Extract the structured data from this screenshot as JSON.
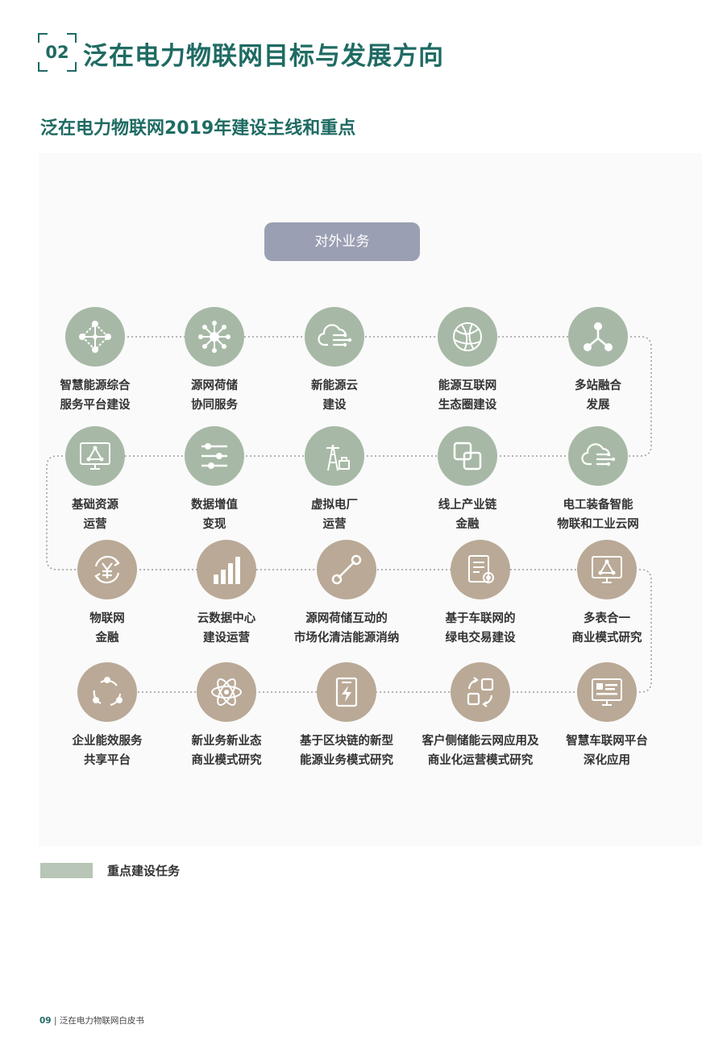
{
  "header": {
    "section_number": "02",
    "section_title": "泛在电力物联网目标与发展方向",
    "subtitle": "泛在电力物联网2019年建设主线和重点"
  },
  "top_box": {
    "label": "对外业务"
  },
  "colors": {
    "primary": "#1f6b63",
    "key_task": "#a7b9a6",
    "other_task": "#b9a996",
    "top_box": "#9b9fb3"
  },
  "nodes": [
    {
      "label1": "智慧能源综合",
      "label2": "服务平台建设",
      "icon": "network-nodes-icon",
      "style": "key"
    },
    {
      "label1": "源网荷储",
      "label2": "协同服务",
      "icon": "hub-icon",
      "style": "key"
    },
    {
      "label1": "新能源云",
      "label2": "建设",
      "icon": "cloud-circuit-icon",
      "style": "key"
    },
    {
      "label1": "能源互联网",
      "label2": "生态圈建设",
      "icon": "globe-icon",
      "style": "key"
    },
    {
      "label1": "多站融合",
      "label2": "发展",
      "icon": "branch-icon",
      "style": "key"
    },
    {
      "label1": "基础资源",
      "label2": "运营",
      "icon": "monitor-triangle-icon",
      "style": "key"
    },
    {
      "label1": "数据增值",
      "label2": "变现",
      "icon": "sliders-icon",
      "style": "key"
    },
    {
      "label1": "虚拟电厂",
      "label2": "运营",
      "icon": "power-tower-icon",
      "style": "key"
    },
    {
      "label1": "线上产业链",
      "label2": "金融",
      "icon": "overlap-squares-icon",
      "style": "key"
    },
    {
      "label1": "电工装备智能",
      "label2": "物联和工业云网",
      "icon": "cloud-circuit-icon",
      "style": "key"
    },
    {
      "label1": "物联网",
      "label2": "金融",
      "icon": "yuan-cycle-icon",
      "style": "other"
    },
    {
      "label1": "云数据中心",
      "label2": "建设运营",
      "icon": "bar-chart-icon",
      "style": "other"
    },
    {
      "label1": "源网荷储互动的",
      "label2": "市场化清洁能源消纳",
      "icon": "link-icon",
      "style": "other"
    },
    {
      "label1": "基于车联网的",
      "label2": "绿电交易建设",
      "icon": "document-gear-icon",
      "style": "other"
    },
    {
      "label1": "多表合一",
      "label2": "商业模式研究",
      "icon": "monitor-triangle-icon",
      "style": "other"
    },
    {
      "label1": "企业能效服务",
      "label2": "共享平台",
      "icon": "cycle-icon",
      "style": "other"
    },
    {
      "label1": "新业务新业态",
      "label2": "商业模式研究",
      "icon": "atom-icon",
      "style": "other"
    },
    {
      "label1": "基于区块链的新型",
      "label2": "能源业务模式研究",
      "icon": "battery-bolt-icon",
      "style": "other"
    },
    {
      "label1": "客户侧储能云网应用及",
      "label2": "商业化运营模式研究",
      "icon": "grid-arrows-icon",
      "style": "other"
    },
    {
      "label1": "智慧车联网平台",
      "label2": "深化应用",
      "icon": "monitor-list-icon",
      "style": "other"
    }
  ],
  "legend": {
    "label": "重点建设任务"
  },
  "footer": {
    "page": "09",
    "separator": "|",
    "title": "泛在电力物联网白皮书"
  }
}
